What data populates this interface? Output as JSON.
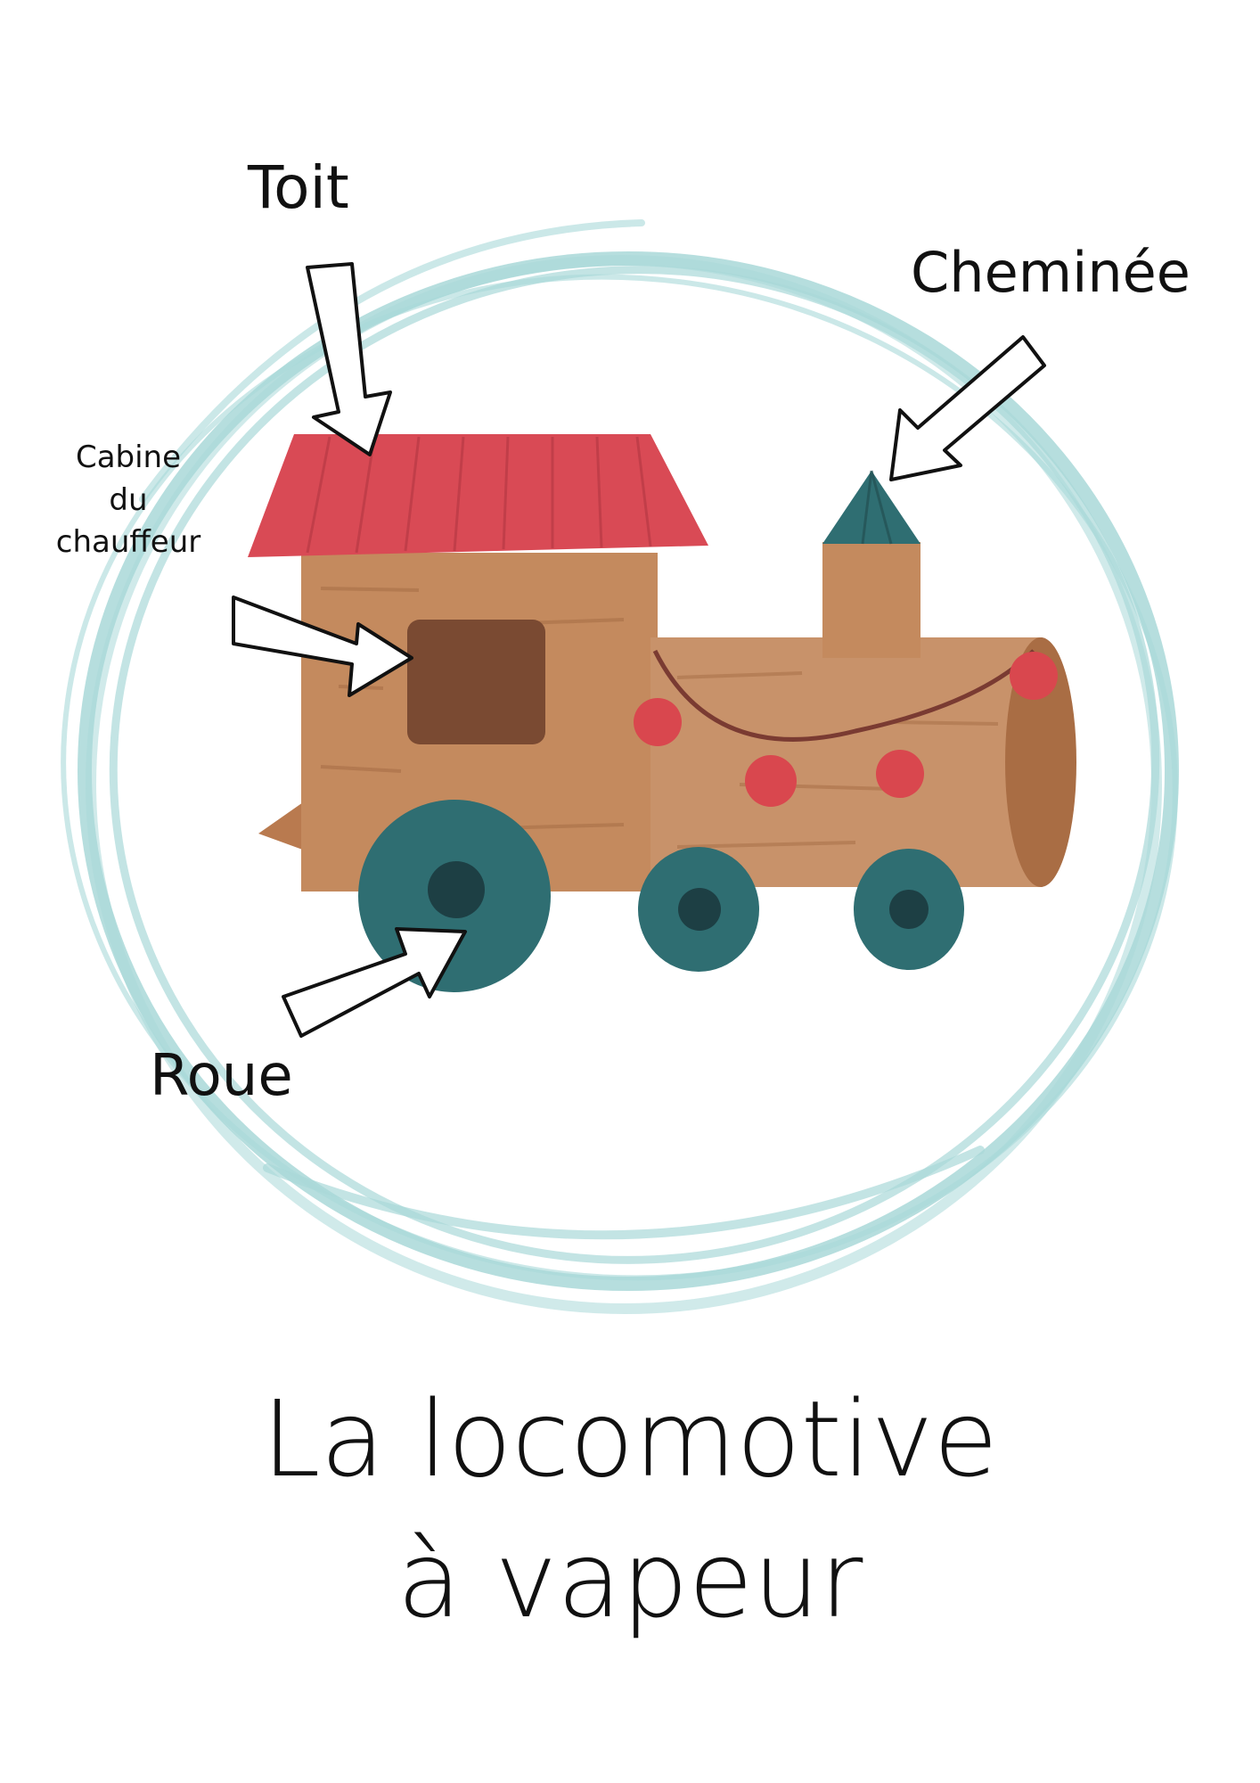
{
  "labels": {
    "roof": "Toit",
    "chimney": "Cheminée",
    "cab": "Cabine\ndu\nchauffeur",
    "wheel": "Roue"
  },
  "title": {
    "line1": "La locomotive",
    "line2": "à vapeur"
  },
  "colors": {
    "swirl": "#a9d8d8",
    "roof": "#d94a55",
    "wood": "#c48a5e",
    "window": "#7a4a32",
    "wheel": "#2f6e72",
    "hub": "#1d3f44",
    "bauble": "#d9474e",
    "chimney_cap": "#2f6e72"
  },
  "icons": [
    "arrow-icon",
    "swirl-circle",
    "locomotive-illustration"
  ]
}
